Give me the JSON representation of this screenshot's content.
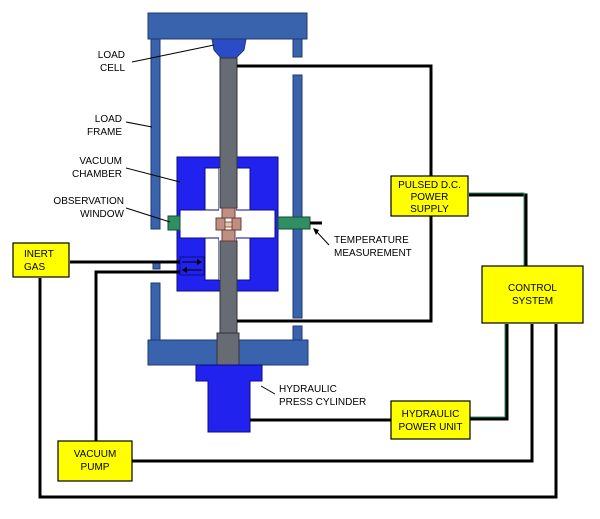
{
  "diagram": {
    "labels": {
      "load_cell_1": "LOAD",
      "load_cell_2": "CELL",
      "load_frame_1": "LOAD",
      "load_frame_2": "FRAME",
      "vacuum_chamber_1": "VACUUM",
      "vacuum_chamber_2": "CHAMBER",
      "observation_window_1": "OBSERVATION",
      "observation_window_2": "WINDOW",
      "temperature_measurement_1": "TEMPERATURE",
      "temperature_measurement_2": "MEASUREMENT",
      "hydraulic_press_cylinder_1": "HYDRAULIC",
      "hydraulic_press_cylinder_2": "PRESS CYLINDER"
    },
    "boxes": {
      "inert_gas_1": "INERT",
      "inert_gas_2": "GAS",
      "pulsed_dc_1": "PULSED D.C.",
      "pulsed_dc_2": "POWER",
      "pulsed_dc_3": "SUPPLY",
      "control_system_1": "CONTROL",
      "control_system_2": "SYSTEM",
      "hydraulic_power_1": "HYDRAULIC",
      "hydraulic_power_2": "POWER UNIT",
      "vacuum_pump_1": "VACUUM",
      "vacuum_pump_2": "PUMP"
    },
    "colors": {
      "frame_blue": "#3a63ad",
      "chamber_blue": "#2222ee",
      "ram_gray": "#676b73",
      "box_yellow": "#ffff00",
      "window_green": "#2f8f62",
      "sample_pink": "#c08e84"
    }
  }
}
